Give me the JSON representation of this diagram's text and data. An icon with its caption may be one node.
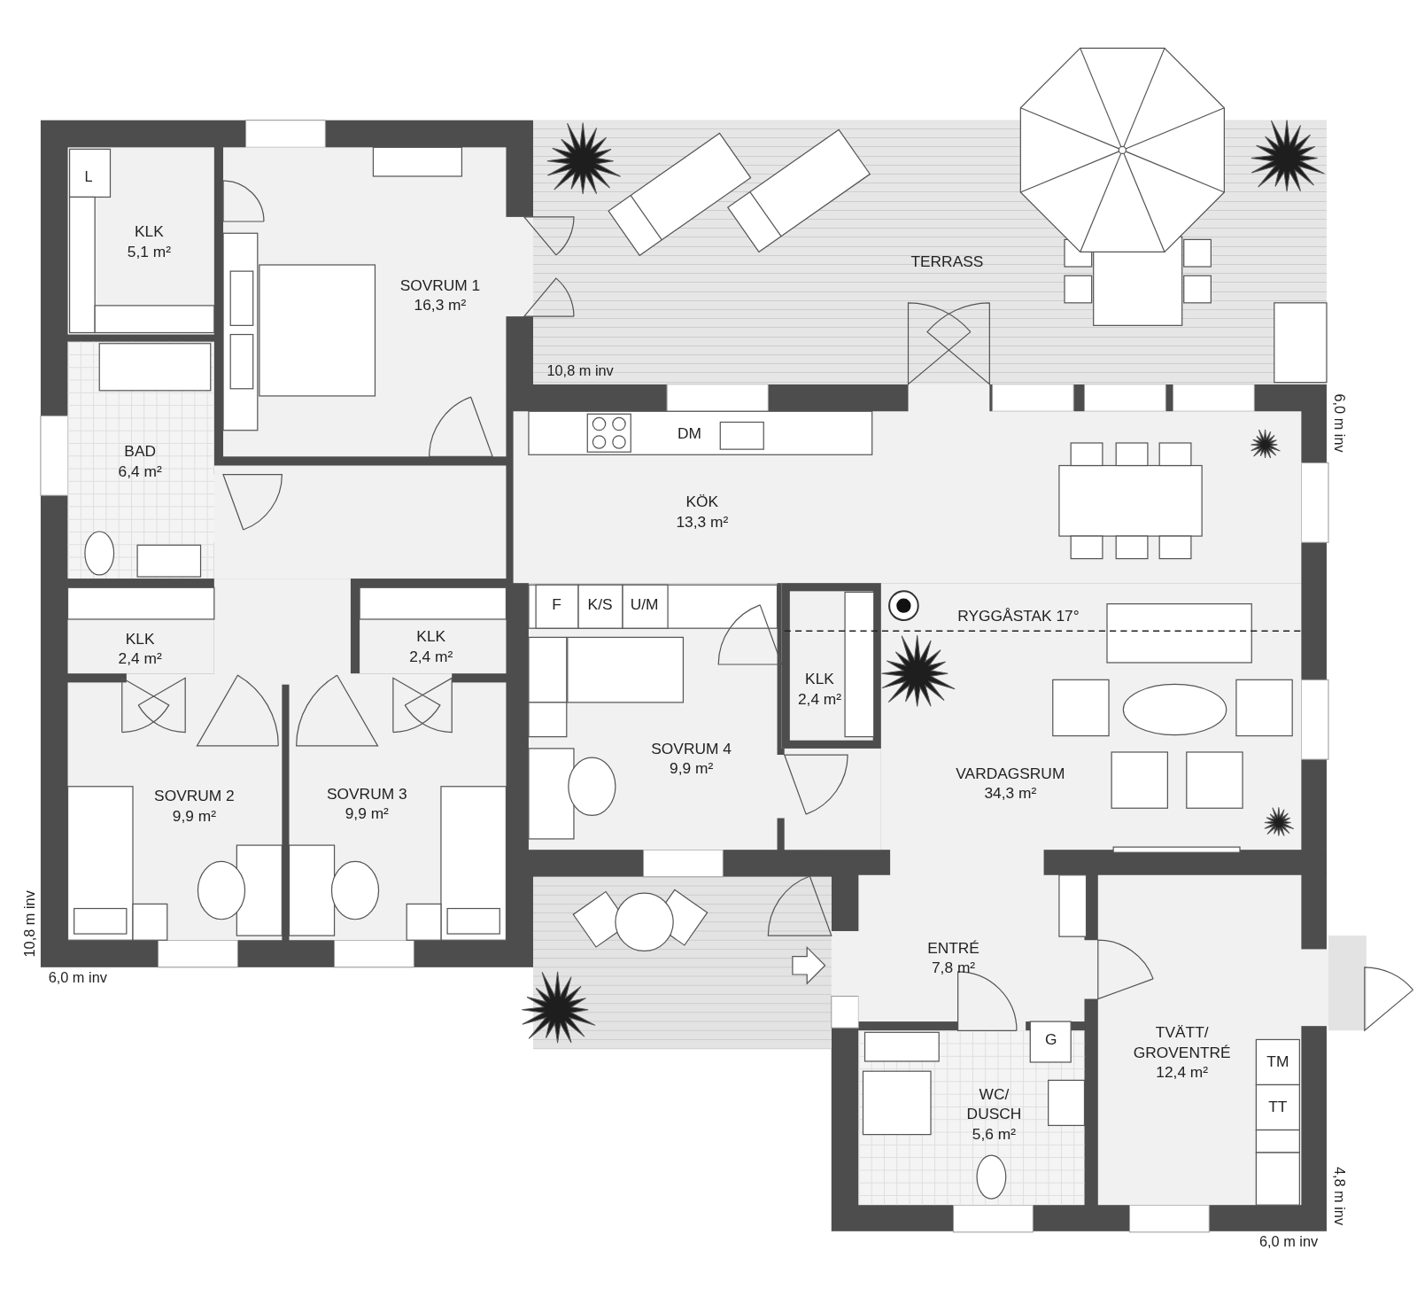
{
  "diagram": {
    "nodes": [
      {
        "text": [
          "KLK",
          "5,1 m²"
        ]
      },
      {
        "text": [
          "SOVRUM 1",
          "16,3 m²"
        ]
      },
      {
        "text": [
          "TERRASS"
        ]
      },
      {
        "text": [
          "BAD",
          "6,4 m²"
        ]
      },
      {
        "text": [
          "KÖK",
          "13,3 m²"
        ]
      },
      {
        "text": [
          "KLK",
          "2,4 m²"
        ]
      },
      {
        "text": [
          "KLK",
          "2,4 m²"
        ]
      },
      {
        "text": [
          "KLK",
          "2,4 m²"
        ]
      },
      {
        "text": [
          "SOVRUM 4",
          "9,9 m²"
        ]
      },
      {
        "text": [
          "VARDAGSRUM",
          "34,3 m²"
        ]
      },
      {
        "text": [
          "SOVRUM 2",
          "9,9 m²"
        ]
      },
      {
        "text": [
          "SOVRUM 3",
          "9,9 m²"
        ]
      },
      {
        "text": [
          "ENTRÉ",
          "7,8 m²"
        ]
      },
      {
        "text": [
          "TVÄTT/ GROVENTRÉ",
          "12,4 m²"
        ]
      },
      {
        "text": [
          "WC/ DUSCH",
          "5,6 m²"
        ]
      }
    ],
    "labels": [
      "L",
      "10,8 m inv",
      "6,0 m inv",
      "DM",
      "F",
      "K/S",
      "U/M",
      "RYGGÅSTAK 17°",
      "10,8 m inv",
      "6,0 m inv",
      "G",
      "TM",
      "TT",
      "4,8 m inv",
      "6,0 m inv"
    ]
  }
}
